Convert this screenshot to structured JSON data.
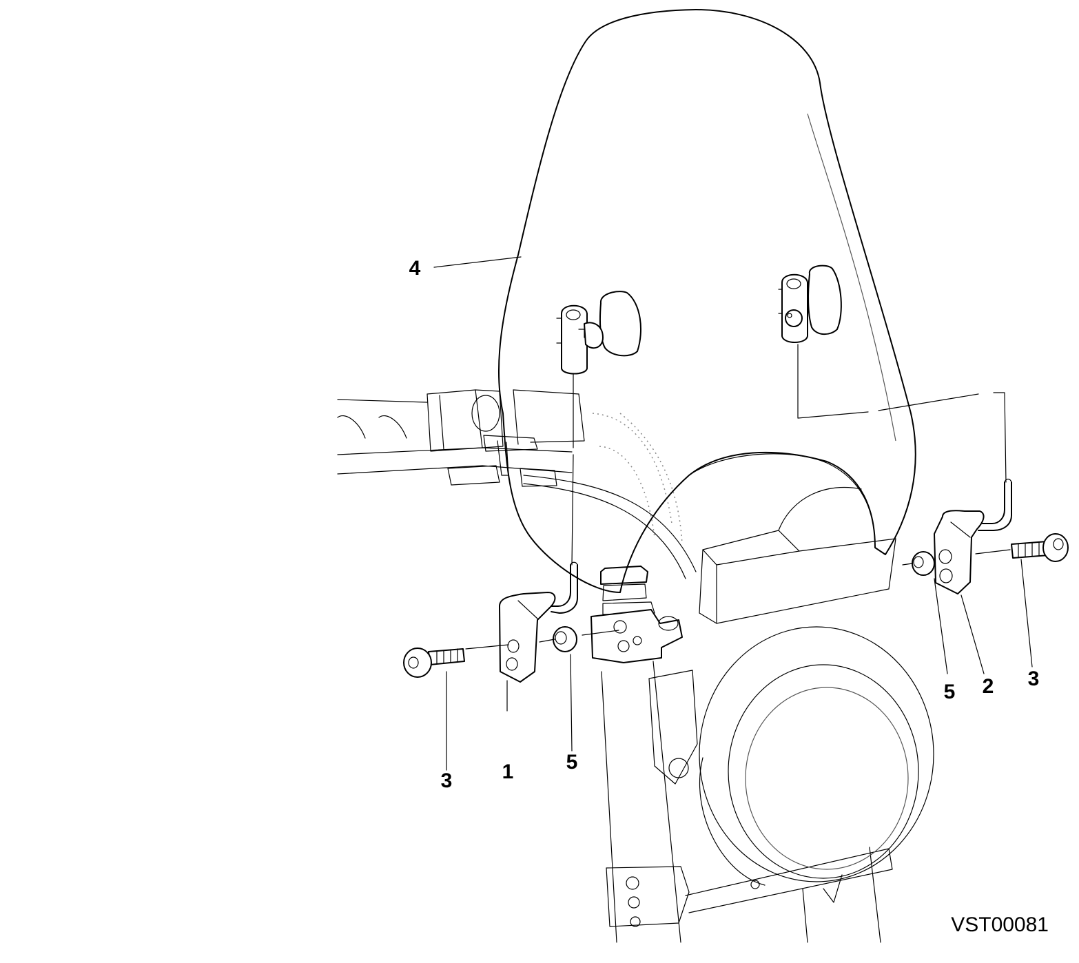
{
  "labels": {
    "windscreen": "4",
    "left_bracket": "1",
    "right_bracket": "2",
    "left_screw": "3",
    "right_screw": "3",
    "left_spacer": "5",
    "right_spacer": "5"
  },
  "drawing_code": "VST00081"
}
